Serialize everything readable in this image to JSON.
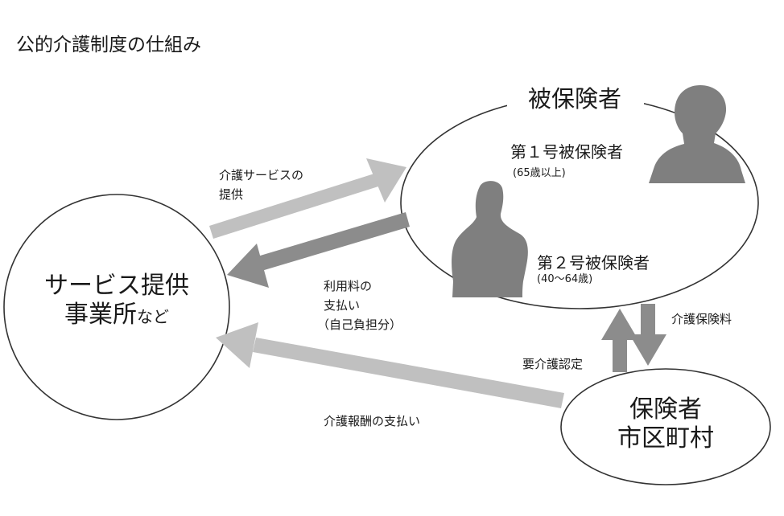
{
  "title": "公的介護制度の仕組み",
  "insured": {
    "header": "被保険者",
    "group1": {
      "name": "第１号被保険者",
      "age": "(65歳以上)"
    },
    "group2": {
      "name": "第２号被保険者",
      "age": "(40～64歳)"
    }
  },
  "provider": {
    "line1": "サービス提供",
    "line2_main": "事業所",
    "line2_suffix": "など"
  },
  "insurer": {
    "line1": "保険者",
    "line2": "市区町村"
  },
  "flows": {
    "service_provision": [
      "介護サービスの",
      "提供"
    ],
    "usage_fee": [
      "利用料の",
      "支払い",
      "（自己負担分）"
    ],
    "premium": "介護保険料",
    "certification": "要介護認定",
    "remuneration": "介護報酬の支払い"
  },
  "colors": {
    "light_arrow": "#c0c0c0",
    "dark_arrow": "#8c8c8c",
    "silhouette": "#7f7f7f",
    "line": "#333333"
  }
}
